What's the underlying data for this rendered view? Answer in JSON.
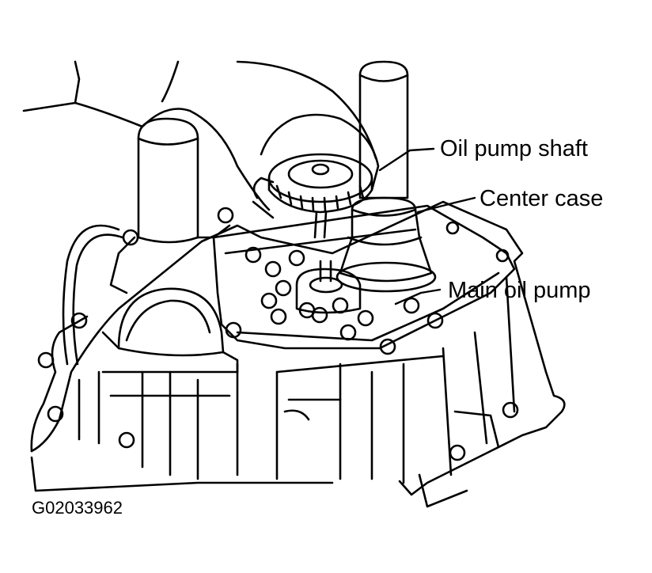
{
  "labels": {
    "oil_pump_shaft": "Oil pump shaft",
    "center_case": "Center case",
    "main_oil_pump": "Main oil pump"
  },
  "figure_id": "G02033962",
  "colors": {
    "ink": "#000000",
    "paper": "#ffffff"
  }
}
